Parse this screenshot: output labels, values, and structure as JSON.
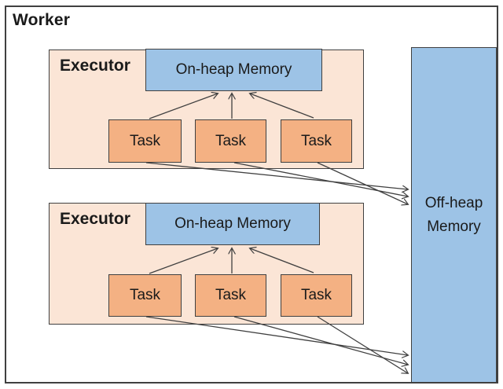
{
  "diagram": {
    "worker_label": "Worker",
    "off_heap_label": "Off-heap Memory",
    "executors": [
      {
        "label": "Executor",
        "on_heap_label": "On-heap Memory",
        "tasks": [
          "Task",
          "Task",
          "Task"
        ]
      },
      {
        "label": "Executor",
        "on_heap_label": "On-heap Memory",
        "tasks": [
          "Task",
          "Task",
          "Task"
        ]
      }
    ],
    "colors": {
      "executor-fill": "#fbe5d6",
      "task-fill": "#f4b183",
      "memory-fill": "#9dc3e6",
      "border": "#404040",
      "arrow": "#404040"
    }
  }
}
